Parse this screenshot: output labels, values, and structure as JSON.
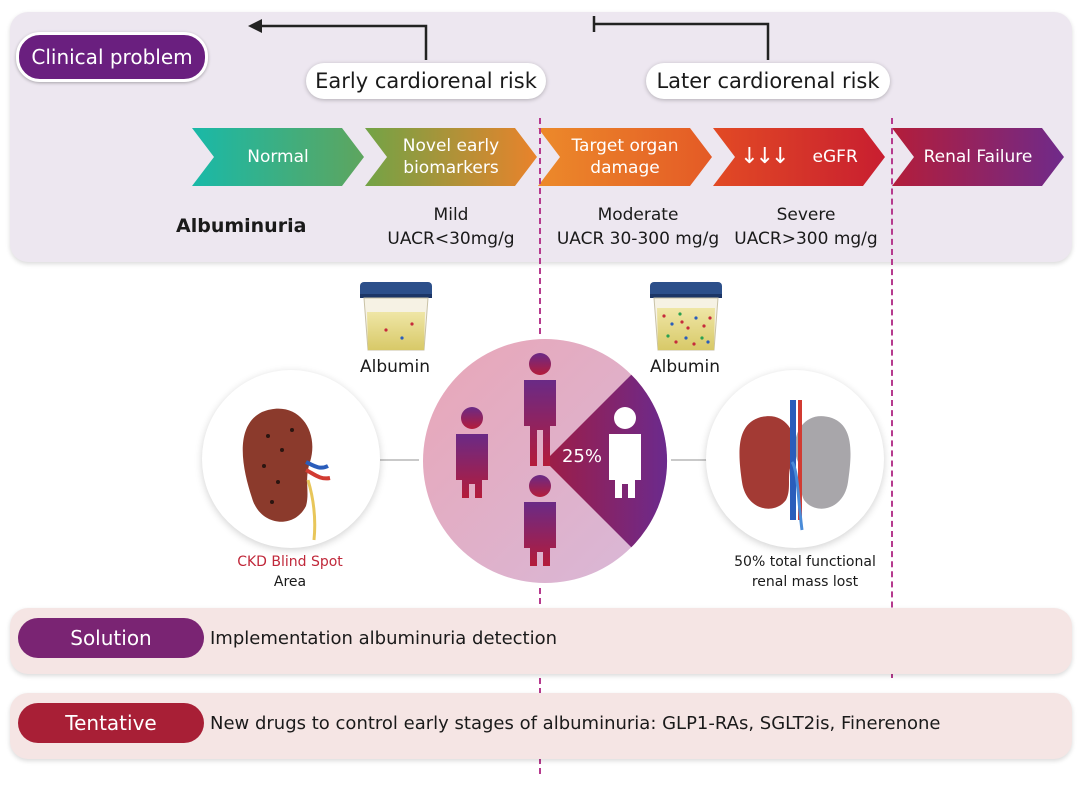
{
  "header": {
    "clinical_problem": "Clinical problem"
  },
  "risk": {
    "early": "Early cardiorenal risk",
    "later": "Later cardiorenal risk"
  },
  "stages": [
    {
      "label": "Normal"
    },
    {
      "label": "Novel early biomarkers",
      "line1": "Novel early",
      "line2": "biomarkers"
    },
    {
      "label": "Target organ damage",
      "line1": "Target organ",
      "line2": "damage"
    },
    {
      "label": "eGFR",
      "arrows": "↓↓↓"
    },
    {
      "label": "Renal Failure"
    }
  ],
  "albuminuria": {
    "title": "Albuminuria",
    "mild": {
      "name": "Mild",
      "range": "UACR<30mg/g"
    },
    "moderate": {
      "name": "Moderate",
      "range": "UACR 30-300 mg/g"
    },
    "severe": {
      "name": "Severe",
      "range": "UACR>300 mg/g"
    }
  },
  "cups": {
    "left_label": "Albumin",
    "right_label": "Albumin"
  },
  "pie": {
    "percent_label": "25%"
  },
  "left_kidney": {
    "caption_red": "CKD Blind Spot",
    "caption_black": "Area"
  },
  "right_kidney": {
    "caption_line1": "50% total functional",
    "caption_line2": "renal mass lost"
  },
  "solution": {
    "label": "Solution",
    "text": "Implementation albuminuria detection"
  },
  "tentative": {
    "label": "Tentative",
    "text": "New drugs to control early stages of albuminuria: GLP1-RAs, SGLT2is, Finerenone"
  },
  "colors": {
    "purple": "#6a1f7f",
    "red": "#a81f36",
    "teal": "#1fb8a5",
    "orange": "#e9802b",
    "crimson": "#c9212f",
    "dash": "#b63a8e"
  }
}
